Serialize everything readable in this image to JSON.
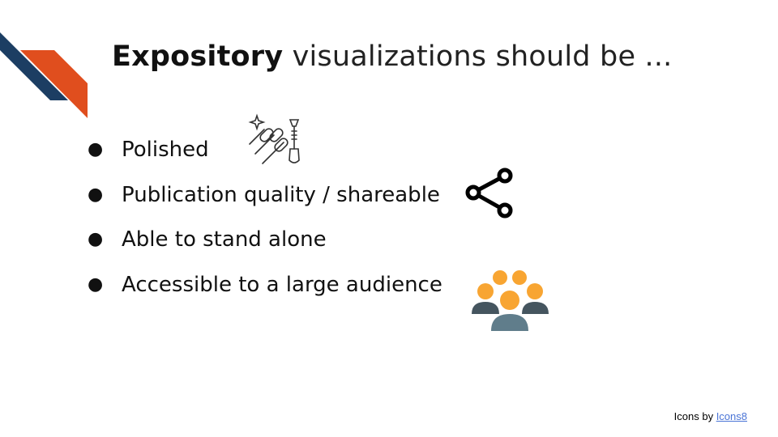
{
  "slide": {
    "title_bold": "Expository",
    "title_rest": " visualizations should be ...",
    "bullets": [
      {
        "text": "Polished",
        "icon": "nail-polish-icon"
      },
      {
        "text": "Publication quality / shareable",
        "icon": "share-icon"
      },
      {
        "text": "Able to stand alone",
        "icon": null
      },
      {
        "text": "Accessible to a large audience",
        "icon": "group-icon"
      }
    ],
    "bullet_glyph": "●",
    "footer": {
      "prefix": "Icons by ",
      "link": "Icons8"
    },
    "colors": {
      "navy": "#1c3e63",
      "orange": "#e04e1e",
      "audience_orange": "#f8a532",
      "audience_gray": "#45555f",
      "link": "#4a74d6"
    }
  }
}
